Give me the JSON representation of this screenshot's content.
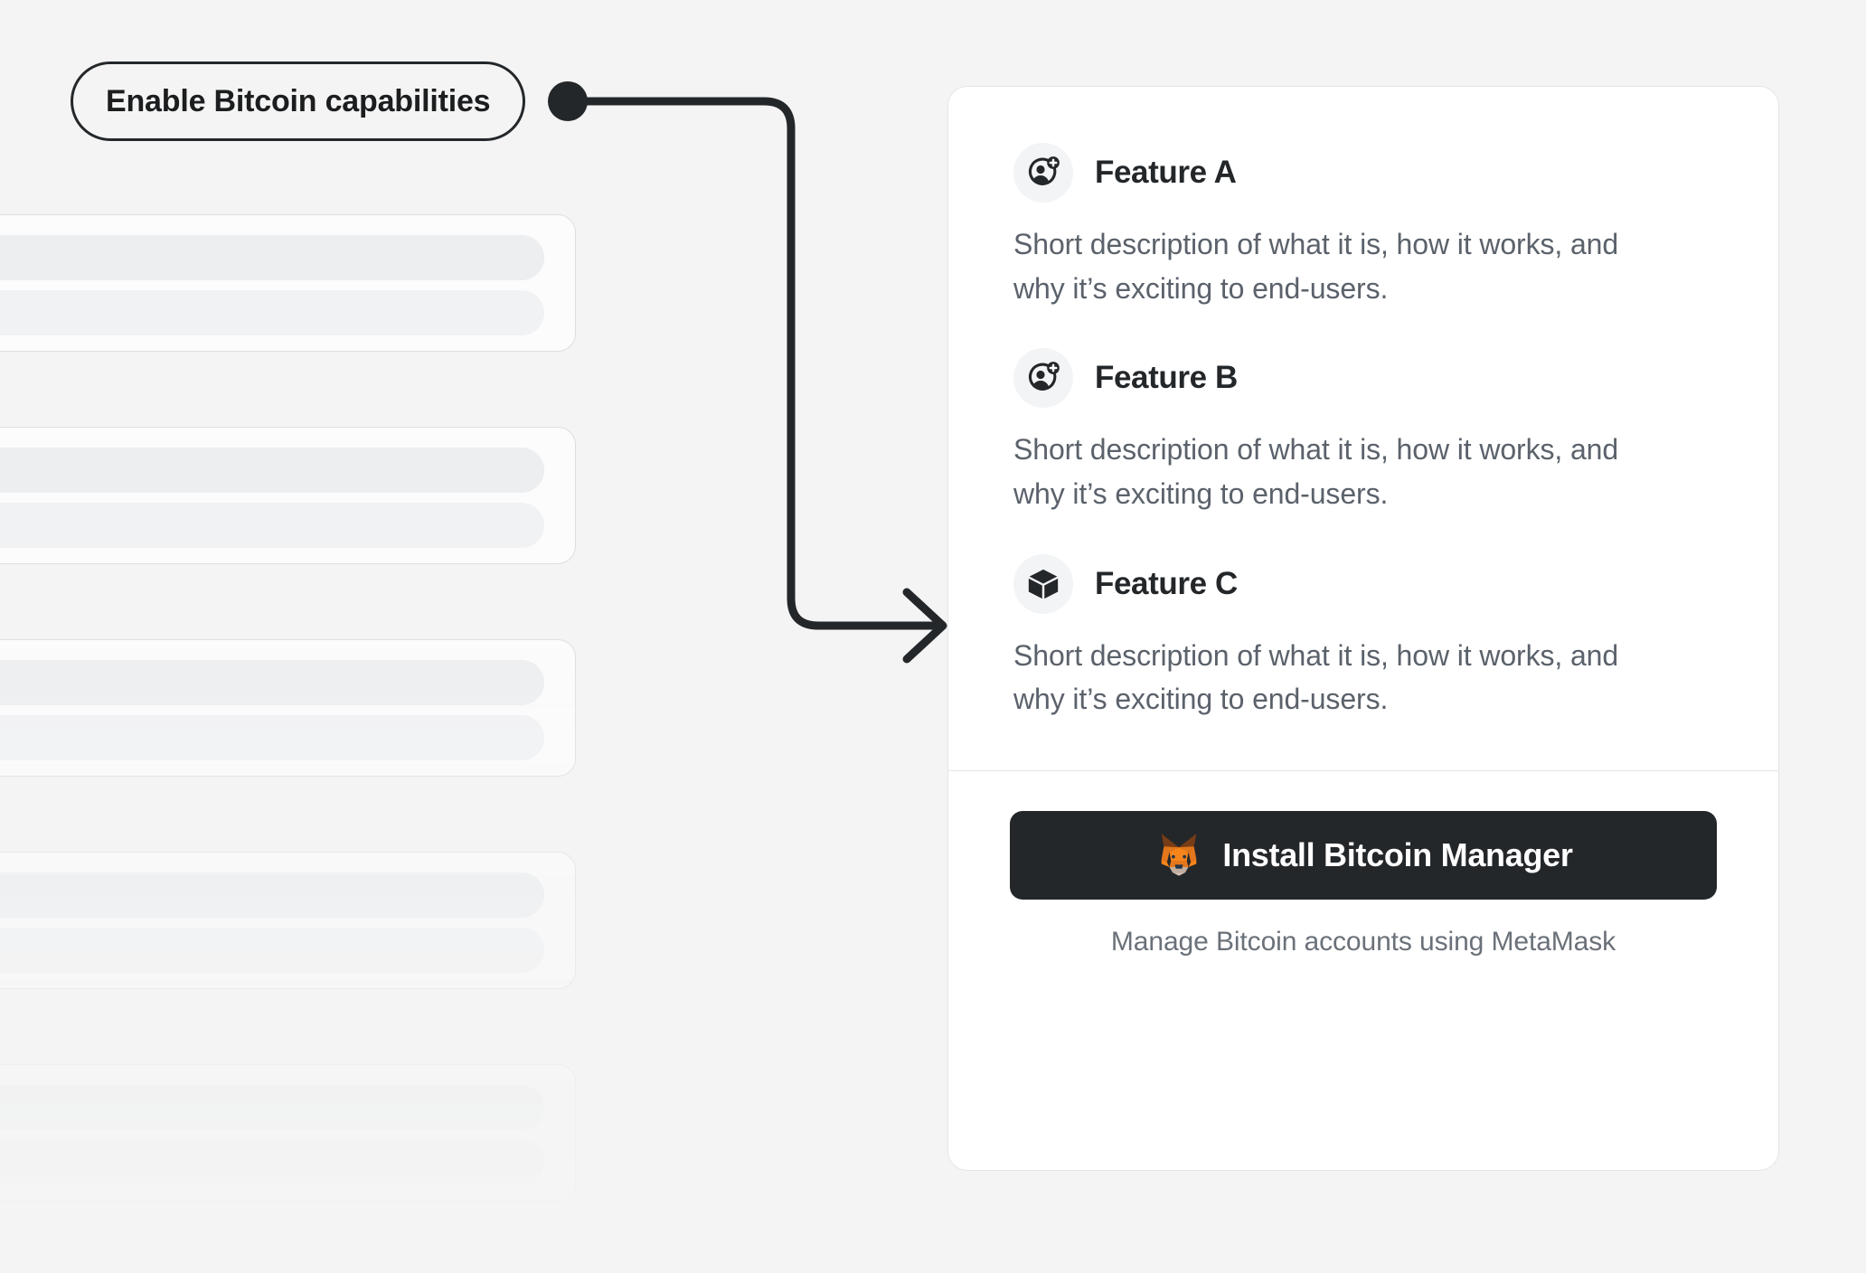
{
  "colors": {
    "page_background": "#f4f4f4",
    "card_background": "#ffffff",
    "card_border": "#e3e5e8",
    "text_primary": "#24272a",
    "text_secondary": "#5b626b",
    "accent_dark": "#24272a",
    "metamask_orange": "#e2761b",
    "icon_badge_background": "#f2f4f6",
    "skeleton_bar": "#eceef0"
  },
  "callout": {
    "label": "Enable Bitcoin capabilities",
    "connector_icon": "connector-dot-icon",
    "arrow_icon": "arrow-right-icon"
  },
  "skeleton": {
    "card_count": 5,
    "bar_rows_per_card": 2
  },
  "feature_card": {
    "features": [
      {
        "icon": "user-add-icon",
        "title": "Feature A",
        "description": "Short description of what it is, how it works, and why it’s exciting to end-users."
      },
      {
        "icon": "user-add-icon",
        "title": "Feature B",
        "description": "Short description of what it is, how it works, and why it’s exciting to end-users."
      },
      {
        "icon": "cube-icon",
        "title": "Feature C",
        "description": "Short description of what it is, how it works, and why it’s exciting to end-users."
      }
    ],
    "install": {
      "button_label": "Install Bitcoin Manager",
      "button_icon": "metamask-fox-icon",
      "caption": "Manage Bitcoin accounts using MetaMask"
    }
  }
}
